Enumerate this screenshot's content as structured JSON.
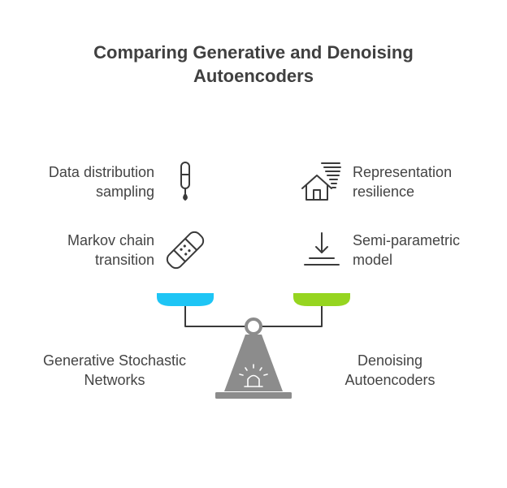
{
  "title": {
    "line1": "Comparing Generative and Denoising",
    "line2": "Autoencoders"
  },
  "left_side": {
    "name_line1": "Generative Stochastic",
    "name_line2": "Networks",
    "pan_color": "#1ec5f5",
    "features": [
      {
        "line1": "Data distribution",
        "line2": "sampling",
        "icon": "thermometer-icon"
      },
      {
        "line1": "Markov chain",
        "line2": "transition",
        "icon": "bandage-icon"
      }
    ]
  },
  "right_side": {
    "name_line1": "Denoising",
    "name_line2": "Autoencoders",
    "pan_color": "#96d520",
    "features": [
      {
        "line1": "Representation",
        "line2": "resilience",
        "icon": "house-wind-icon"
      },
      {
        "line1": "Semi-parametric",
        "line2": "model",
        "icon": "down-arrow-base-icon"
      }
    ]
  },
  "colors": {
    "stroke": "#3a3a3a",
    "stand": "#8c8c8c"
  }
}
